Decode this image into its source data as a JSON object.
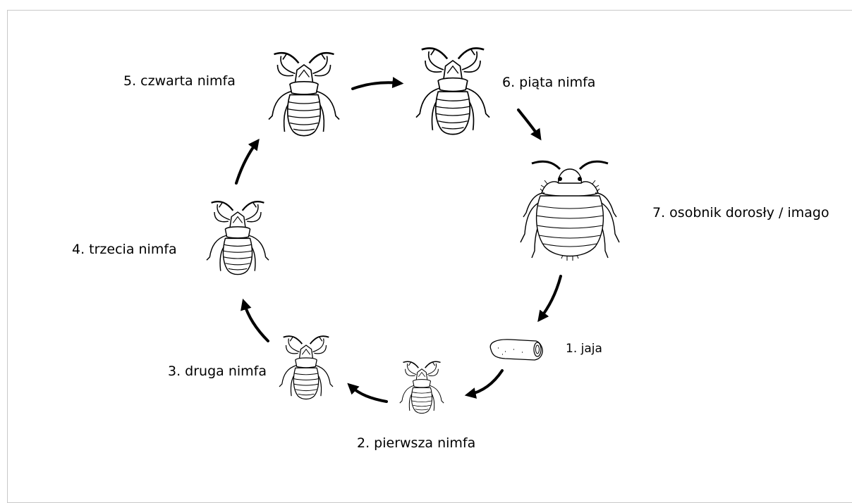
{
  "stages": [
    {
      "id": "egg",
      "label": "1. jaja"
    },
    {
      "id": "nymph1",
      "label": "2. pierwsza nimfa"
    },
    {
      "id": "nymph2",
      "label": "3. druga nimfa"
    },
    {
      "id": "nymph3",
      "label": "4. trzecia nimfa"
    },
    {
      "id": "nymph4",
      "label": "5. czwarta nimfa"
    },
    {
      "id": "nymph5",
      "label": "6. piąta nimfa"
    },
    {
      "id": "adult",
      "label": "7. osobnik dorosły / imago"
    }
  ],
  "icons": {
    "egg": "egg-icon",
    "nymph": "bedbug-nymph-icon",
    "adult": "bedbug-adult-icon",
    "arrow": "cycle-arrow-icon"
  },
  "colors": {
    "line": "#000000",
    "frame": "#c8c8c8",
    "background": "#ffffff"
  }
}
